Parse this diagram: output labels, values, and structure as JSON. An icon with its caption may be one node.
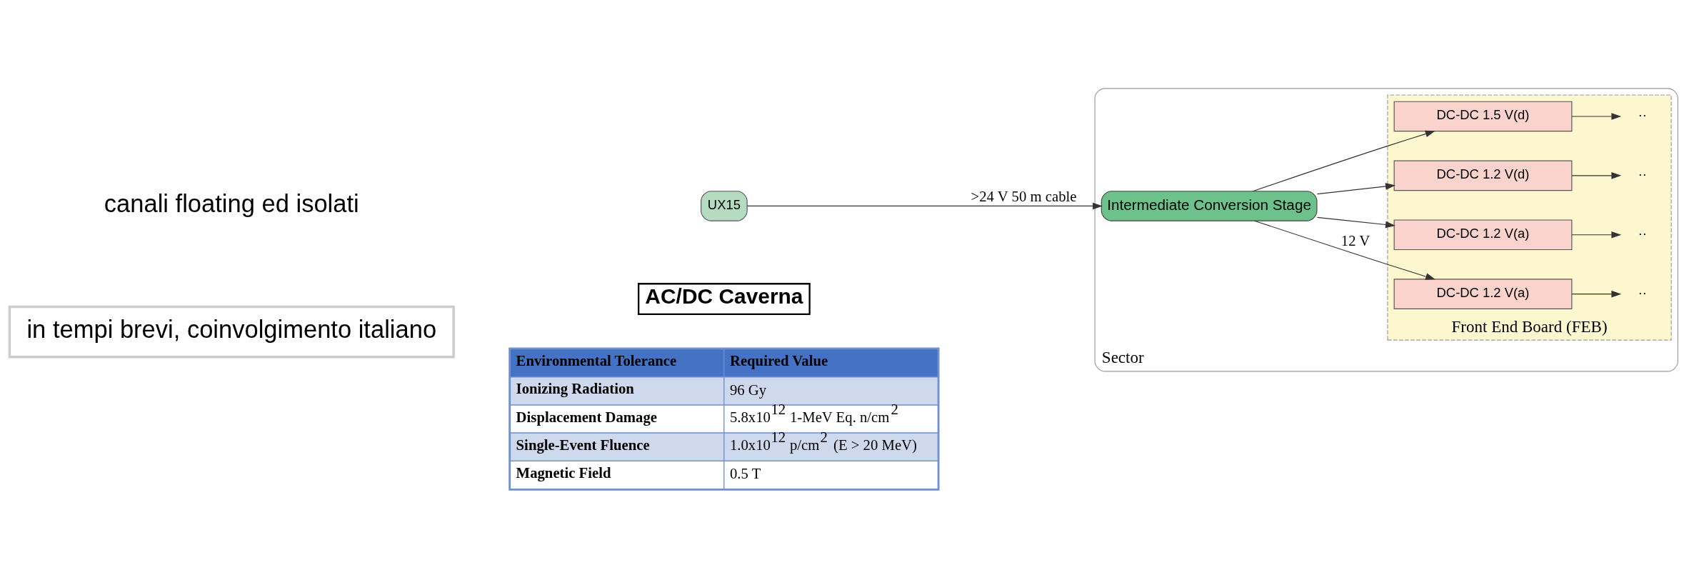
{
  "diagram": {
    "nodes": [
      {
        "text": [
          "in tempi brevi, coinvolgimento italiano"
        ]
      },
      {
        "text": [
          "AC/DC Caverna"
        ]
      },
      {
        "text": [
          "UX15"
        ]
      },
      {
        "text": [
          "Sector"
        ]
      },
      {
        "text": [
          "Intermediate Conversion Stage"
        ],
        "in": 3
      },
      {
        "text": [
          "Front End Board (FEB)"
        ],
        "in": 3
      },
      {
        "text": [
          "DC-DC 1.2 V(a)"
        ],
        "in": 5
      },
      {
        "text": [
          "DC-DC 1.2 V(a)"
        ],
        "in": 5
      },
      {
        "text": [
          "DC-DC 1.2 V(d)"
        ],
        "in": 5
      },
      {
        "text": [
          "DC-DC 1.5 V(d)"
        ],
        "in": 5
      },
      {
        "text": [
          "··"
        ],
        "in": 5
      },
      {
        "text": [
          "··"
        ],
        "in": 5
      },
      {
        "text": [
          "··"
        ],
        "in": 5
      },
      {
        "text": [
          "··"
        ],
        "in": 5
      }
    ],
    "edges": [
      {
        "from": 2,
        "to": 4,
        "arrow": "to",
        "label": ">24 V 50 m cable"
      },
      {
        "from": 4,
        "to": 6,
        "arrow": "to",
        "label": "12 V"
      },
      {
        "from": 4,
        "to": 7,
        "arrow": "to"
      },
      {
        "from": 4,
        "to": 8,
        "arrow": "to"
      },
      {
        "from": 4,
        "to": 9,
        "arrow": "to"
      },
      {
        "from": 6,
        "to": 10,
        "arrow": "to"
      },
      {
        "from": 7,
        "to": 11,
        "arrow": "to"
      },
      {
        "from": 8,
        "to": 12,
        "arrow": "to"
      },
      {
        "from": 9,
        "to": 13,
        "arrow": "to"
      }
    ],
    "labels": [
      "canali floating ed isolati",
      "Environmental Tolerance",
      "Required Value",
      "Ionizing Radiation",
      "96 Gy",
      "Displacement Damage",
      "5.8x10$^{12}$ 1-MeV Eq. n/cm$^{2}$",
      "Single-Event Fluence",
      "1.0x10$^{12}$ p/cm$^{2}$ (E > 20 MeV)",
      "Magnetic Field",
      "0.5 T"
    ]
  }
}
